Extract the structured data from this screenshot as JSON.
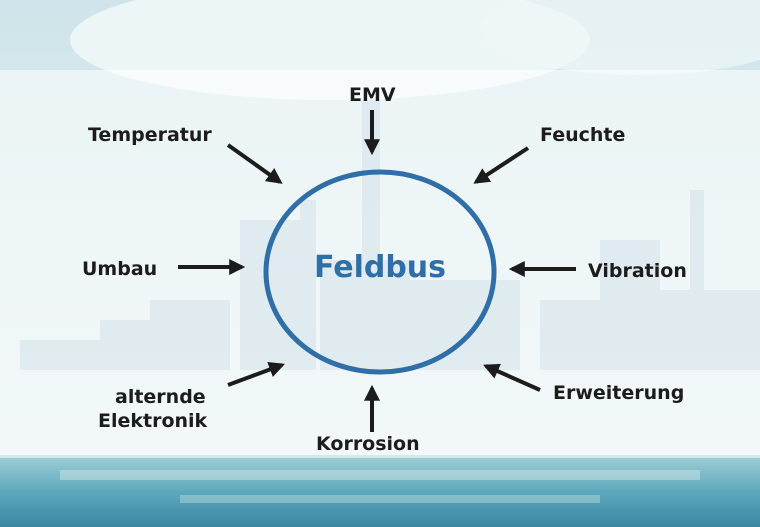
{
  "center": "Feldbus",
  "factors": {
    "emv": "EMV",
    "temperatur": "Temperatur",
    "feuchte": "Feuchte",
    "umbau": "Umbau",
    "vibration": "Vibration",
    "alternde_line1": "alternde",
    "alternde_line2": "Elektronik",
    "erweiterung": "Erweiterung",
    "korrosion": "Korrosion"
  },
  "colors": {
    "circle": "#2f6ea6",
    "text": "#1c1c1c",
    "center_text": "#2f6ea6",
    "background_sky": "#d9ecef",
    "water": "#6fb4c4"
  }
}
